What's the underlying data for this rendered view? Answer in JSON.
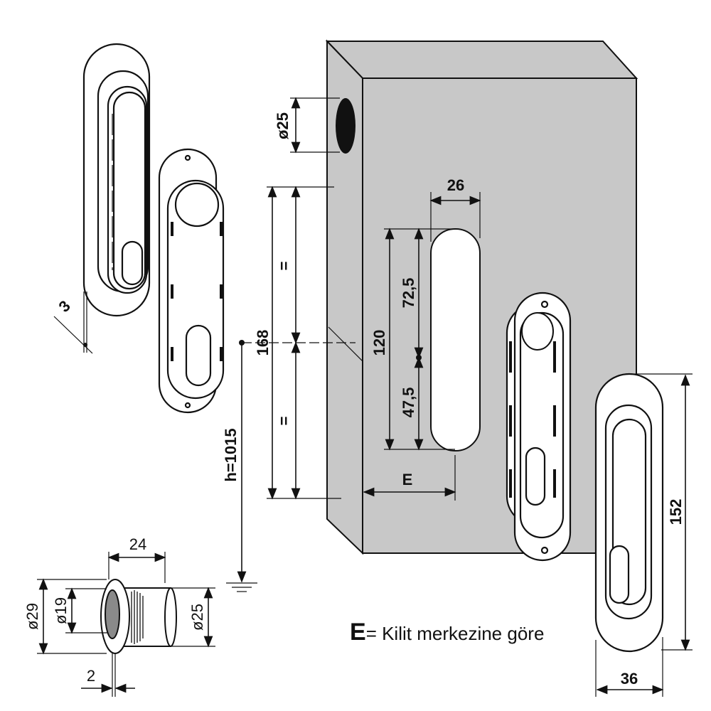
{
  "dimensions": {
    "hole_diameter": "ø25",
    "slot_width": "26",
    "total_height": "168",
    "equal_top": "=",
    "equal_bottom": "=",
    "upper_slot": "72,5",
    "lower_slot": "47,5",
    "slot_height": "120",
    "handle_height_from_floor": "h=1015",
    "backset": "E",
    "handle_length": "152",
    "handle_width": "36",
    "cylinder_length": "24",
    "flange_diameter": "ø29",
    "inner_diameter": "ø19",
    "body_diameter": "ø25",
    "flange_thickness": "2",
    "plate_thickness": "3"
  },
  "legend": {
    "symbol": "E",
    "text": "= Kilit merkezine göre"
  },
  "colors": {
    "door": "#c8c8c8",
    "line": "#111111",
    "hole": "#111111",
    "bore": "#8a8a8a"
  }
}
